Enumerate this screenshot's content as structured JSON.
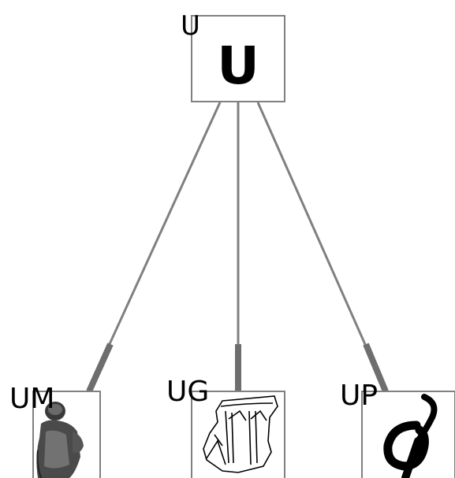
{
  "root": {
    "id_label": "U",
    "glyph": "U"
  },
  "children": [
    {
      "id_label": "UM",
      "image_kind": "seated-figure-image"
    },
    {
      "id_label": "UG",
      "image_kind": "vessel-sherd-drawing"
    },
    {
      "id_label": "UP",
      "image_kind": "hook-sign-image"
    }
  ],
  "colors": {
    "edge": "#808080",
    "edge_thick": "#6e6e6e",
    "box_border": "#808080"
  }
}
